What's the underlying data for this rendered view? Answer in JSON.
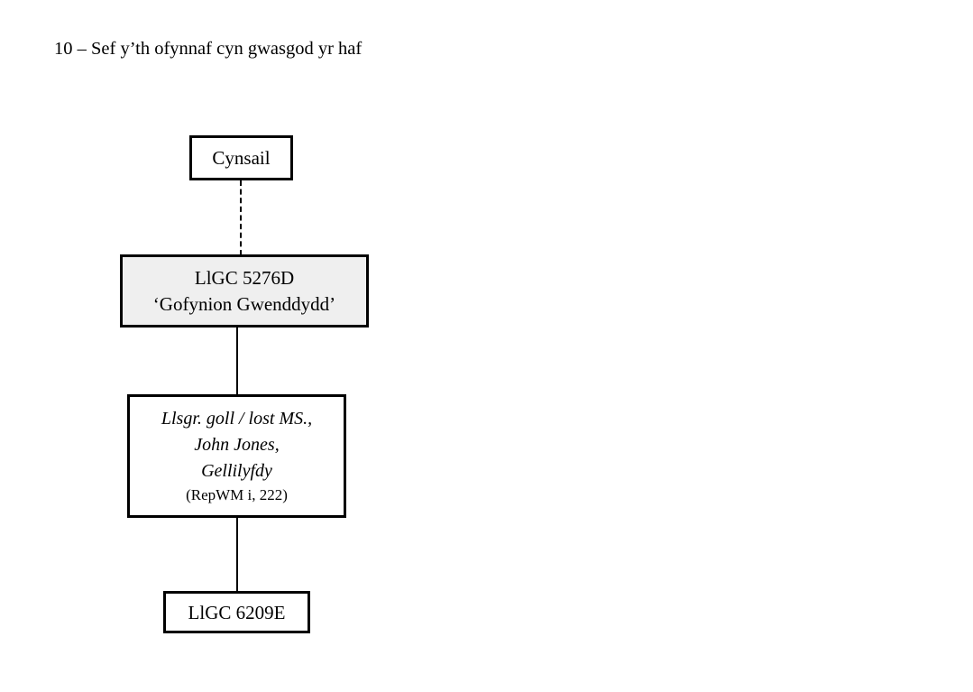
{
  "figure": {
    "caption": "10 – Sef y’th ofynnaf cyn gwasgod yr haf",
    "number": "10",
    "title": "Sef y’th ofynnaf cyn gwasgod yr haf",
    "type": "stemma-codicum"
  },
  "colors": {
    "background": "#ffffff",
    "border": "#000000",
    "text": "#000000",
    "highlight_fill": "#efefef",
    "plain_fill": "#ffffff"
  },
  "nodes": [
    {
      "id": "archetype",
      "lines": [
        "Cynsail"
      ],
      "fill": "#ffffff"
    },
    {
      "id": "llgc-5276d",
      "lines": [
        "LlGC 5276D",
        "‘Gofynion Gwenddydd’"
      ],
      "fill": "#efefef"
    },
    {
      "id": "lost-ms",
      "lines": [
        "Llsgr. goll / lost MS.,",
        "John Jones,",
        "Gellilyfdy"
      ],
      "reference": "(RepWM i, 222)",
      "fill": "#ffffff"
    },
    {
      "id": "llgc-6209e",
      "lines": [
        "LlGC 6209E"
      ],
      "fill": "#ffffff"
    }
  ],
  "edges": [
    {
      "id": "archetype-to-5276d",
      "from": "archetype",
      "to": "llgc-5276d",
      "style": "dashed"
    },
    {
      "id": "5276d-to-lostms",
      "from": "llgc-5276d",
      "to": "lost-ms",
      "style": "solid"
    },
    {
      "id": "lostms-to-6209e",
      "from": "lost-ms",
      "to": "llgc-6209e",
      "style": "solid"
    }
  ]
}
